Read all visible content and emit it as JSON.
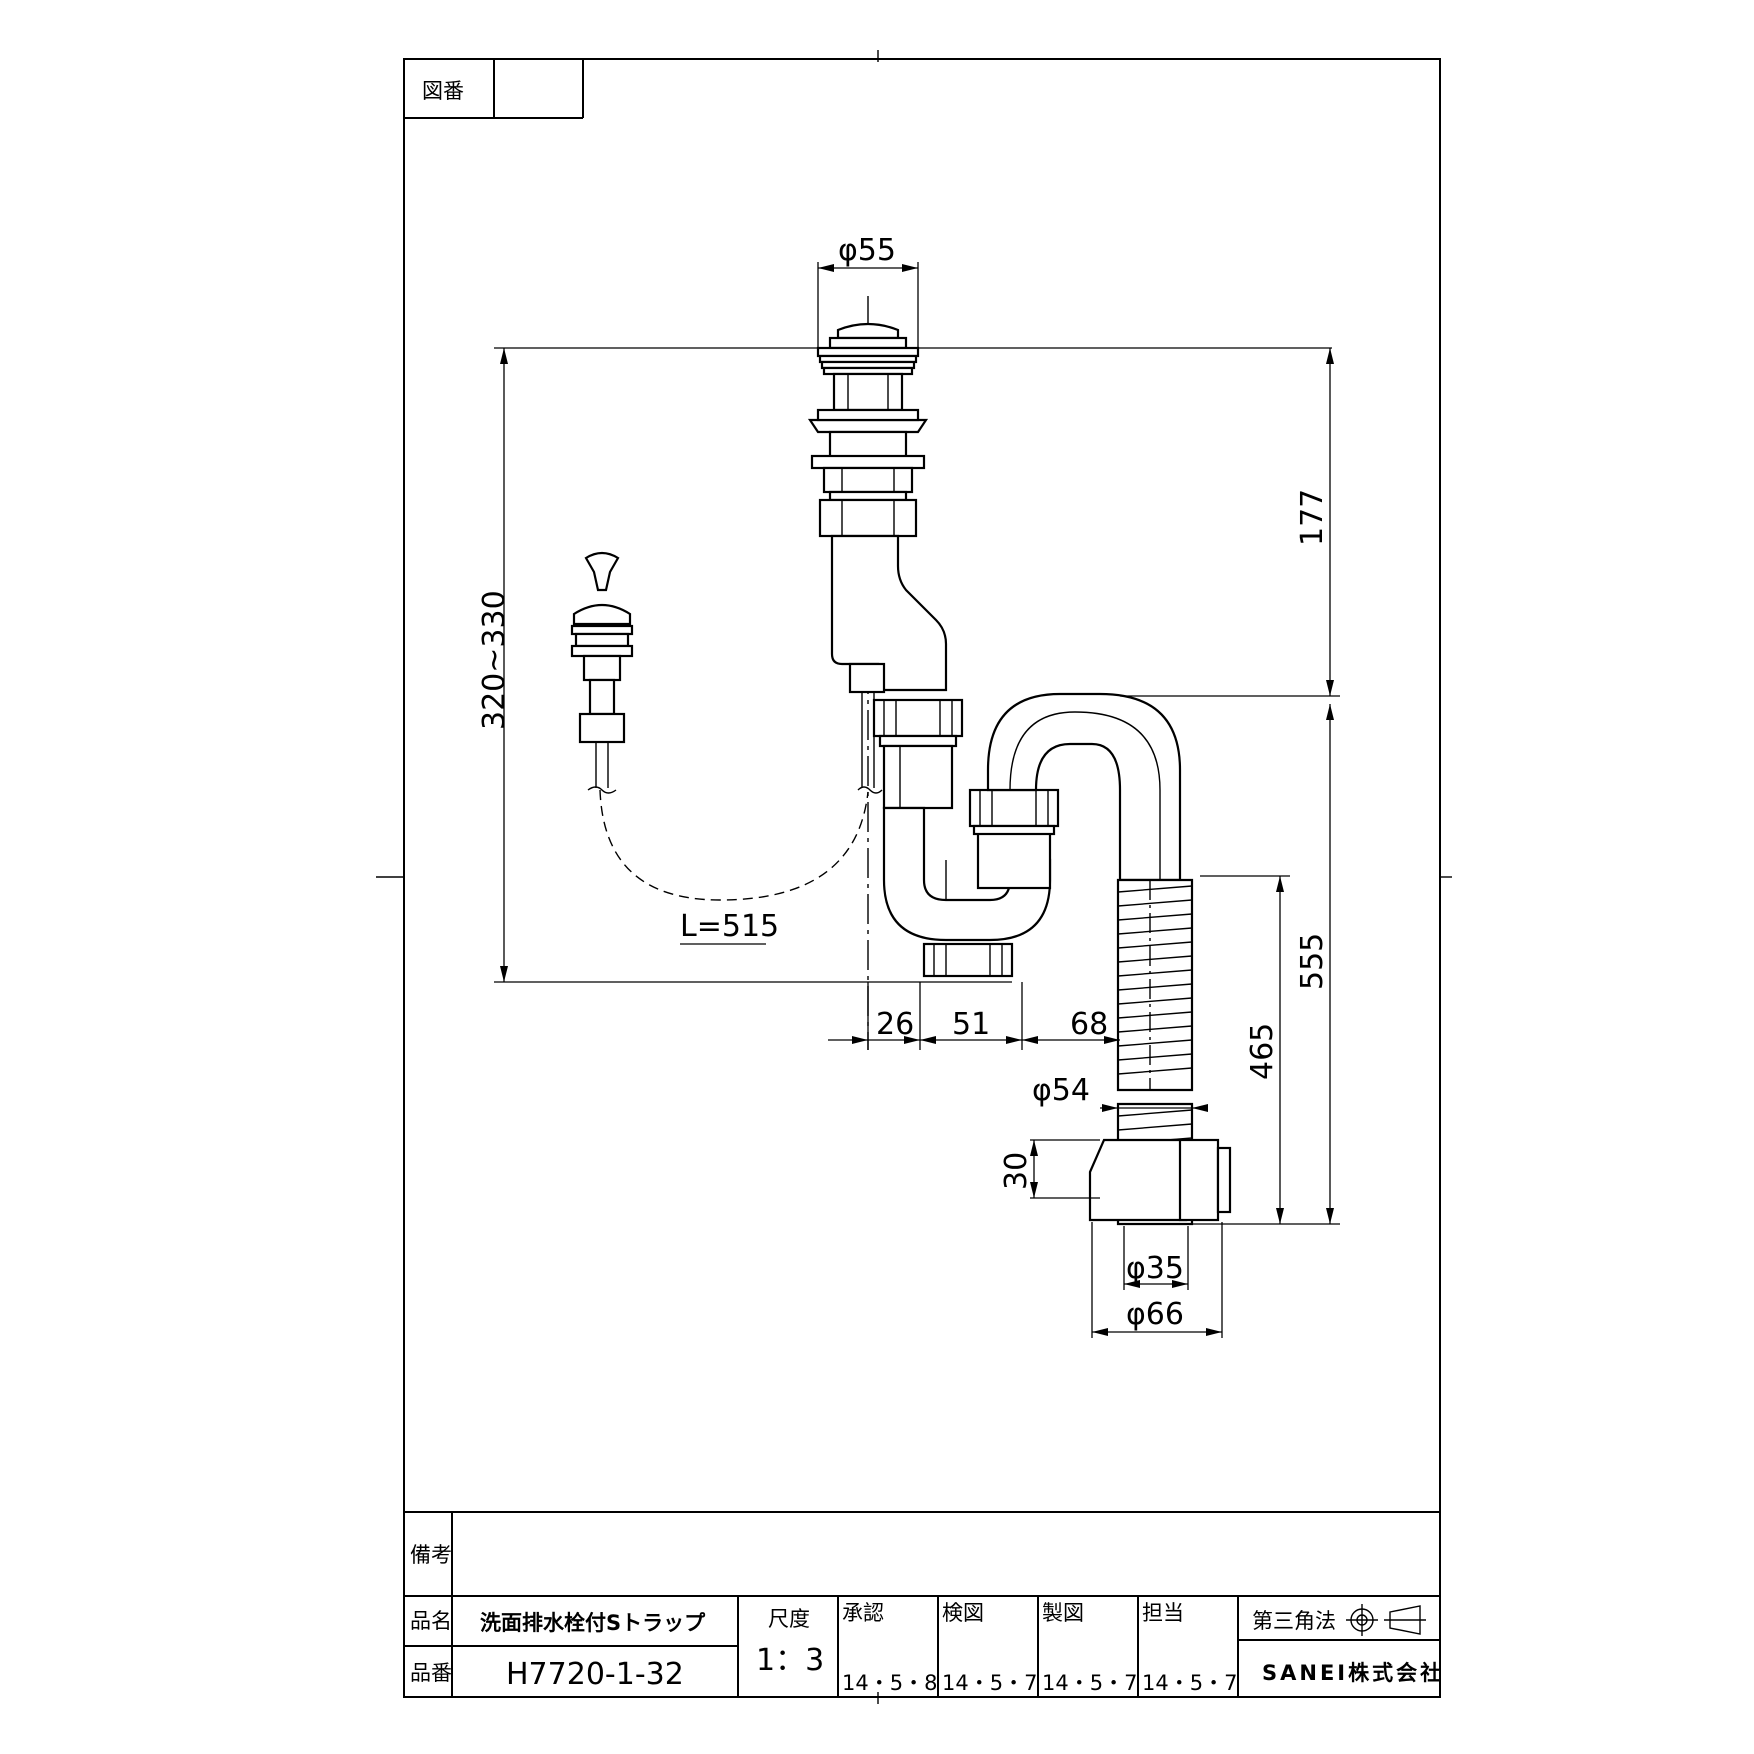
{
  "drawing": {
    "zuban_label": "図番",
    "zuban_value": "",
    "biko_label": "備考",
    "biko_value": "",
    "hinmei_label": "品名",
    "hinmei_value": "洗面排水栓付Sトラップ",
    "hinban_label": "品番",
    "hinban_value": "H7720-1-32",
    "scale_label": "尺度",
    "scale_value": "1：3",
    "approvals": [
      {
        "role": "承認",
        "date": "14・5・8"
      },
      {
        "role": "検図",
        "date": "14・5・7"
      },
      {
        "role": "製図",
        "date": "14・5・7"
      },
      {
        "role": "担当",
        "date": "14・5・7"
      }
    ],
    "projection_label": "第三角法",
    "company": "SANEI株式会社"
  },
  "dimensions": {
    "d55": "φ55",
    "h320_330": "320~330",
    "h177": "177",
    "h555": "555",
    "h465": "465",
    "cable_length": "L=515",
    "w26": "26",
    "w51": "51",
    "w68": "68",
    "d54": "φ54",
    "h30": "30",
    "d35": "φ35",
    "d66": "φ66"
  }
}
